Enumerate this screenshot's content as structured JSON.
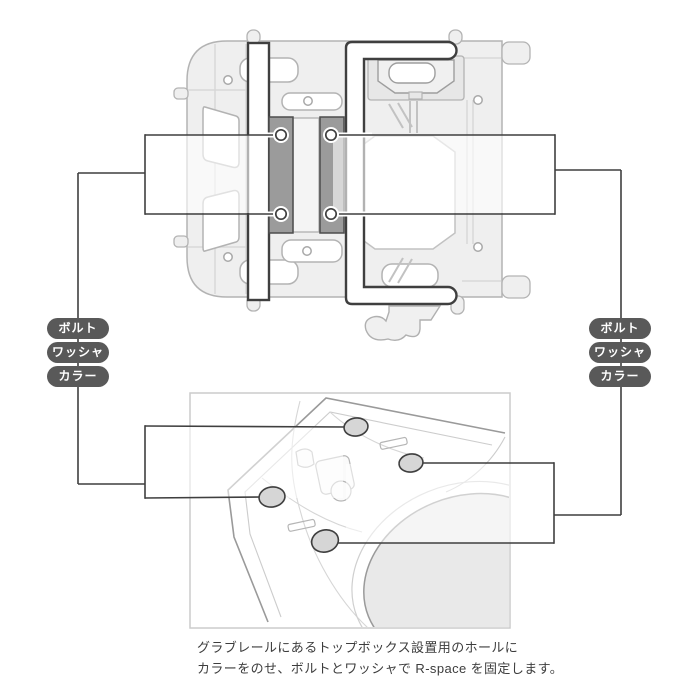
{
  "colors": {
    "background": "#ffffff",
    "callout_line": "#3f3f3f",
    "pill_background": "#595959",
    "pill_text": "#ffffff",
    "rack_fill": "#efefef",
    "rack_outline": "#b3b3b3",
    "bracket_fill": "#9b9b9b",
    "bracket_outline": "#4d4d4d",
    "hole_fill": "#ffffff",
    "panel_border": "#cccccc",
    "mount_hole_fill": "#d6d6d6",
    "seat_fill": "#e9e9e9",
    "caption_text": "#3d3d3d"
  },
  "labels": {
    "left": [
      "ボルト",
      "ワッシャ",
      "カラー"
    ],
    "right": [
      "ボルト",
      "ワッシャ",
      "カラー"
    ]
  },
  "caption": {
    "line1": "グラブレールにあるトップボックス設置用のホールに",
    "line2": "カラーをのせ、ボルトとワッシャで R-space を固定します。"
  }
}
